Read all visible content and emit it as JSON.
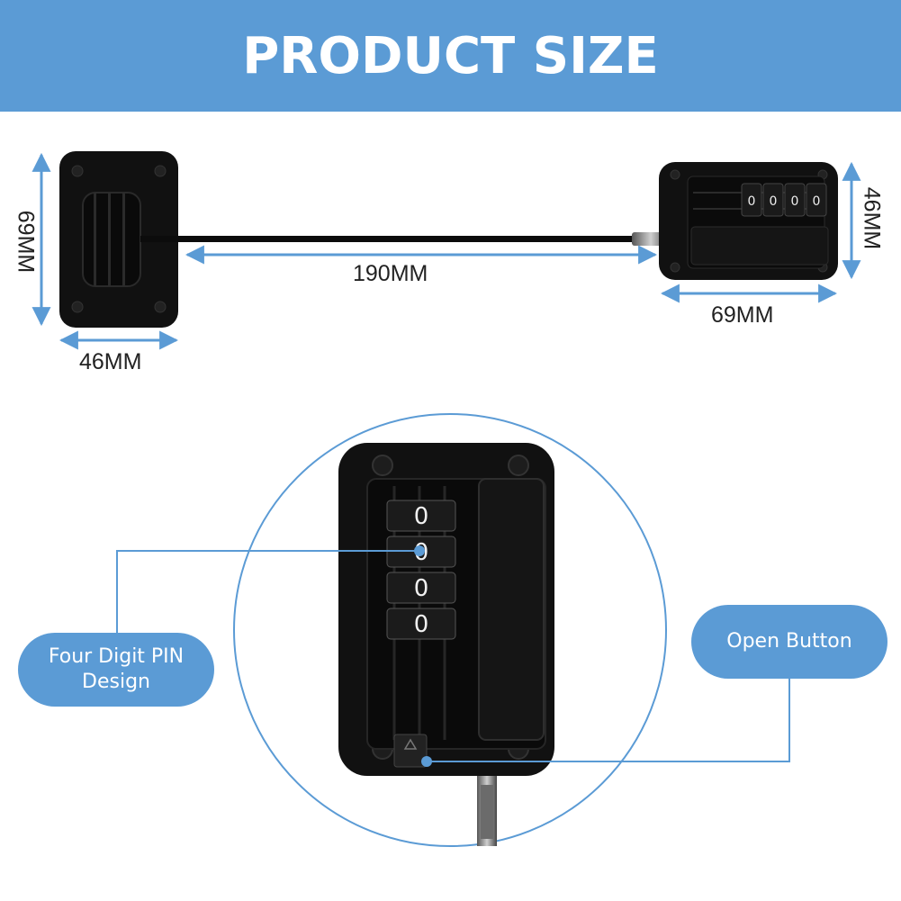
{
  "banner": {
    "title": "PRODUCT SIZE"
  },
  "dimensions": {
    "left_height": "69MM",
    "left_width": "46MM",
    "cable_length": "190MM",
    "right_width": "69MM",
    "right_height": "46MM"
  },
  "callouts": {
    "pin": {
      "line1": "Four Digit PIN",
      "line2": "Design"
    },
    "open": {
      "label": "Open Button"
    }
  },
  "colors": {
    "accent": "#5b9bd5",
    "banner": "#5b9bd5",
    "product": "#111111",
    "dimension_line": "#5b9bd5"
  }
}
